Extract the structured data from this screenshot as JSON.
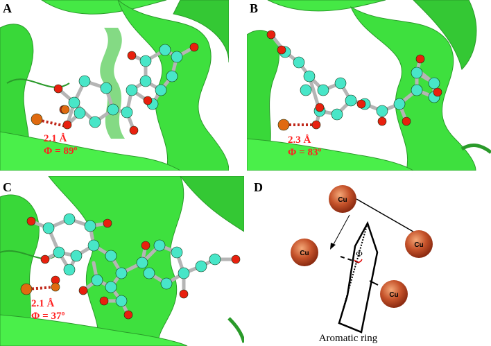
{
  "panels": {
    "a": {
      "label": "A",
      "distance": "2.1 Å",
      "angle": "Φ = 89º"
    },
    "b": {
      "label": "B",
      "distance": "2.3 Å",
      "angle": "Φ = 83º"
    },
    "c": {
      "label": "C",
      "distance": "2.1 Å",
      "angle": "Φ = 37º"
    },
    "d": {
      "label": "D",
      "cu_labels": [
        "Cu",
        "Cu",
        "Cu",
        "Cu"
      ],
      "phi_symbol": "Φ",
      "ring_caption": "Aromatic ring"
    }
  },
  "colors": {
    "protein": "#3fe63f",
    "carbon": "#48e6c8",
    "oxygen": "#e8200e",
    "copper_atom": "#e06a10",
    "copper_sphere": "#b3421c",
    "annotation": "#ff1f1f"
  }
}
